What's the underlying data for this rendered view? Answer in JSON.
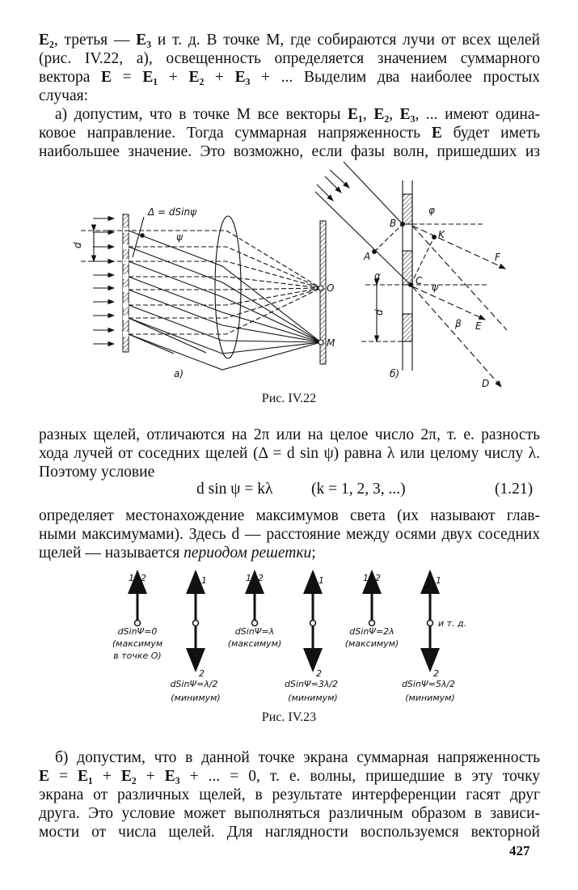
{
  "text_top": [
    "E₂, третья — E₃ и т. д. В точке M, где собираются лучи от всех щелей",
    "(рис. IV.22, а), освещенность определяется значением суммарного",
    "вектора E = E₁ + E₂ + E₃ + ... Выделим два наиболее простых",
    "случая:",
    "а) допустим, что в точке M все векторы E₁, E₂, E₃, ... имеют одина-",
    "ковое направление. Тогда суммарная напряженность E будет иметь",
    "наибольшее значение. Это возможно, если фазы волн, пришедших из"
  ],
  "figure1": {
    "caption": "Рис. IV.22",
    "labels": {
      "delta": "Δ = dSinψ",
      "psi": "ψ",
      "d": "d",
      "O": "O",
      "M": "M",
      "a": "а)",
      "b_part": "б)",
      "B": "B",
      "A": "A",
      "K": "K",
      "C": "C",
      "F": "F",
      "E": "E",
      "D": "D",
      "alpha": "α",
      "beta": "β",
      "phi": "φ"
    }
  },
  "text_mid": [
    "разных щелей, отличаются на 2π или на целое число 2π, т. е. разность",
    "хода лучей от соседних щелей (Δ = d sin ψ) равна λ или целому числу λ.",
    "Поэтому условие"
  ],
  "equation": {
    "formula": "d sin ψ = kλ",
    "condition": "(k = 1, 2, 3, ...)",
    "number": "(1.21)"
  },
  "text_mid2": [
    "определяет местонахождение максимумов света (их называют глав-",
    "ными максимумами). Здесь d — расстояние между осями двух соседних"
  ],
  "text_mid3": {
    "start": "щелей — называется ",
    "italic": "периодом решетки",
    "end": ";"
  },
  "figure2": {
    "caption": "Рис. IV.23",
    "items": [
      {
        "top": "1",
        "top2": "2",
        "cond": "dSinΨ=0",
        "note": "(максимум",
        "note2": "в точке O)"
      },
      {
        "top": "1",
        "bottom": "2",
        "cond": "dSinΨ=λ/2",
        "note": "(минимум)"
      },
      {
        "top": "1",
        "top2": "2",
        "cond": "dSinΨ=λ",
        "note": "(максимум)"
      },
      {
        "top": "1",
        "bottom": "2",
        "cond": "dSinΨ=3λ/2",
        "note": "(минимум)"
      },
      {
        "top": "1",
        "top2": "2",
        "cond": "dSinΨ=2λ",
        "note": "(максимум)"
      },
      {
        "top": "1",
        "bottom": "2",
        "cond": "dSinΨ=5λ/2",
        "note": "(минимум)",
        "etc": "и т. д."
      }
    ]
  },
  "text_bottom": [
    "б) допустим, что в данной точке экрана суммарная напряженность",
    "E = E₁ + E₂ + E₃ + ... = 0, т. е. волны, пришедшие в эту точку",
    "экрана от различных щелей, в результате интерференции гасят друг",
    "друга. Это условие может выполняться различным образом в зависи-",
    "мости от числа щелей. Для наглядности воспользуемся векторной"
  ],
  "page_number": "427"
}
